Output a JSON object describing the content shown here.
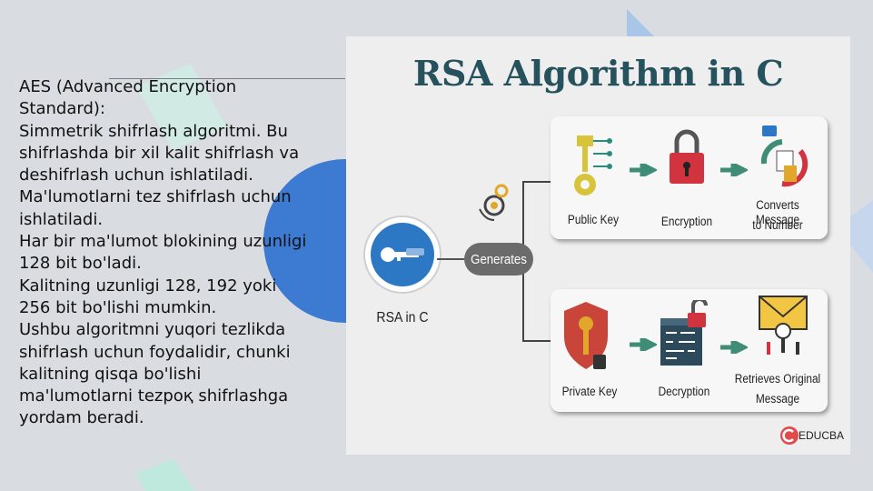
{
  "slide": {
    "lines": [
      "AES (Advanced Encryption",
      "Standard):",
      "Simmetrik shifrlash algoritmi. Bu",
      "shifrlashda bir xil kalit shifrlash va",
      "deshifrlash uchun ishlatiladi.",
      "Ma'lumotlarni tez shifrlash uchun",
      "ishlatiladi.",
      "Har bir ma'lumot blokining uzunligi",
      "128 bit bo'ladi.",
      "Kalitning uzunligi 128, 192 yoki",
      "256 bit bo'lishi mumkin.",
      "Ushbu algoritmni yuqori tezlikda",
      "shifrlash uchun foydalidir, chunki",
      "kalitning qisqa bo'lishi",
      "ma'lumotlarni tezpoқ shifrlashga",
      "yordam beradi."
    ]
  },
  "figure": {
    "title": "RSA Algorithm in C",
    "source_label": "RSA in C",
    "generates_label": "Generates",
    "public_key": "Public Key",
    "encryption": "Encryption",
    "converts_line1": "Converts Message",
    "converts_line2": "to Number",
    "private_key": "Private Key",
    "decryption": "Decryption",
    "retrieves_line1": "Retrieves Original",
    "retrieves_line2": "Message",
    "brand": "EDUCBA"
  },
  "colors": {
    "title": "#26525e",
    "accent_blue": "#2c78c4",
    "arrow_green": "#3f8d76"
  }
}
